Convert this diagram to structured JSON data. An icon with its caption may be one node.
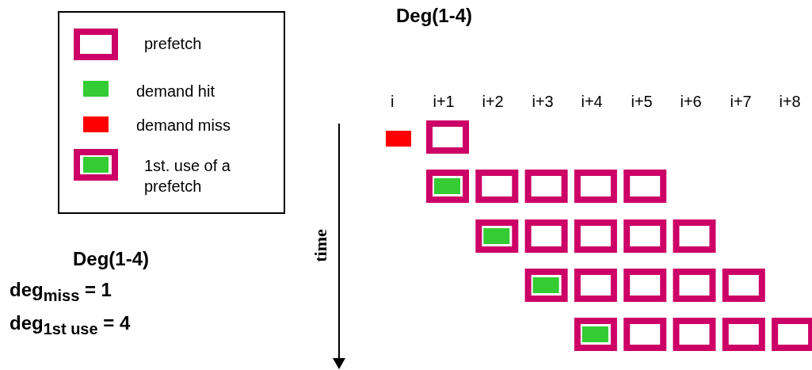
{
  "diagram": {
    "title": "Deg(1-4)",
    "labels": [
      "i",
      "i+1",
      "i+2",
      "i+3",
      "i+4",
      "i+5",
      "i+6",
      "i+7",
      "i+8",
      "time",
      "Deg(1-4)",
      "deg$_{miss}$ = 1",
      "deg$_{1st use}$ = 4"
    ],
    "legend": [
      {
        "text": "prefetch"
      },
      {
        "text": "demand hit",
        "color": "#33cc33"
      },
      {
        "text": "demand miss",
        "color": "#ff0000"
      },
      {
        "text": "1st. use of a prefetch"
      }
    ]
  }
}
